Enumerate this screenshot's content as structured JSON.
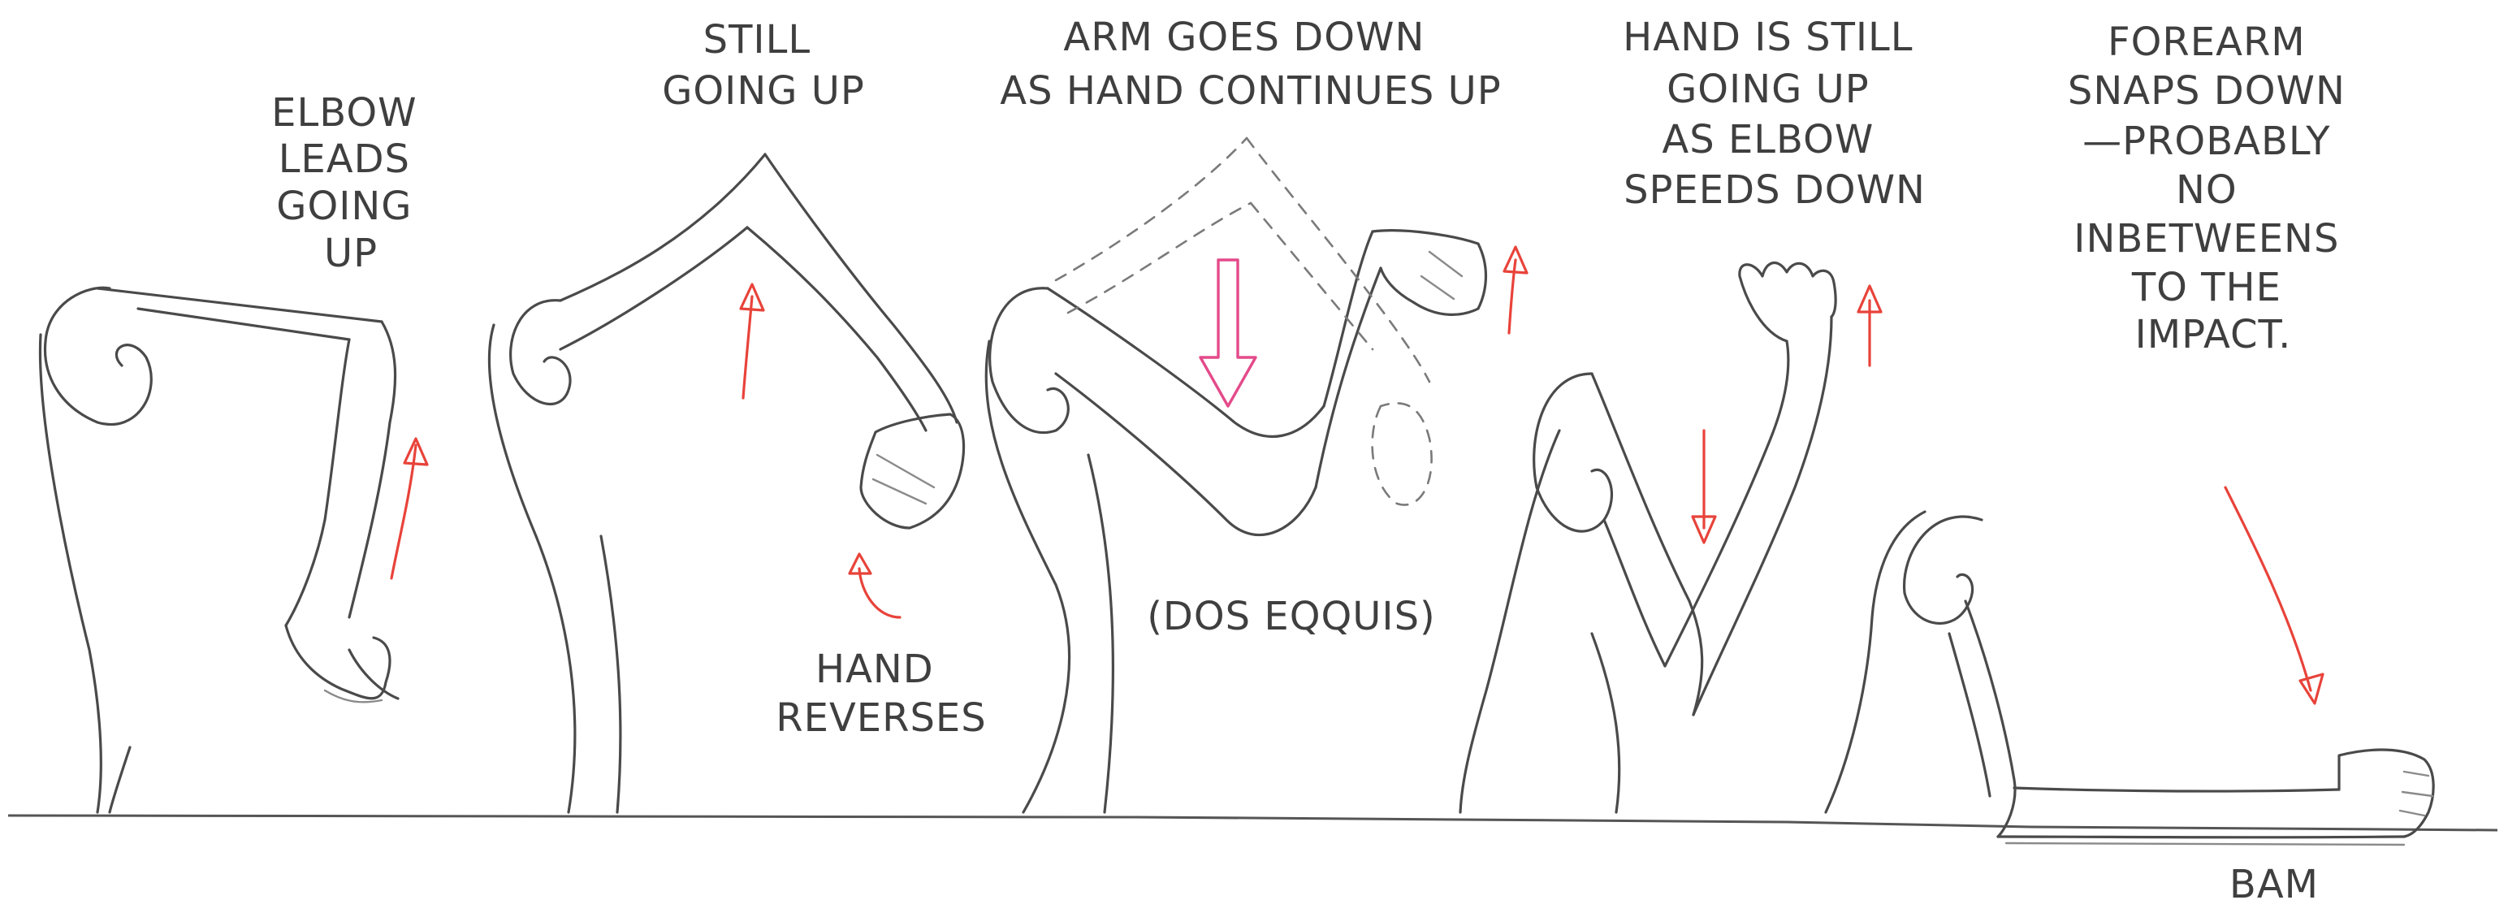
{
  "annotations": {
    "a1": [
      "ELBOW",
      "LEADS",
      "GOING",
      "UP"
    ],
    "a2": [
      "STILL",
      "GOING UP"
    ],
    "a3": [
      "ARM GOES DOWN",
      "AS HAND CONTINUES UP"
    ],
    "a4": [
      "HAND IS STILL",
      "GOING UP",
      "AS ELBOW",
      "SPEEDS DOWN"
    ],
    "a5": [
      "FOREARM",
      "SNAPS DOWN",
      "—PROBABLY",
      "NO",
      "INBETWEENS",
      "TO THE",
      "IMPACT."
    ],
    "hand_reverses": [
      "HAND",
      "REVERSES"
    ],
    "dos_equis": "(DOS EQQUIS)",
    "bam": "BAM"
  },
  "colors": {
    "pencil": "#4a4a4a",
    "motion_arrow": "#e8433a",
    "accent_arrow": "#e44a8a",
    "background": "#ffffff"
  }
}
